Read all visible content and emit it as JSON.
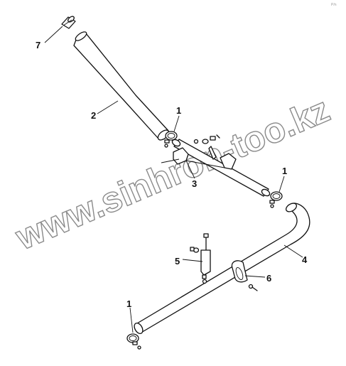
{
  "watermark": "www.sinhron-too.kz",
  "corner_mark": "P/n",
  "callouts": {
    "c1_top": "1",
    "c1_right": "1",
    "c1_bottom": "1",
    "c2": "2",
    "c3": "3",
    "c4": "4",
    "c5": "5",
    "c6": "6",
    "c7": "7"
  }
}
